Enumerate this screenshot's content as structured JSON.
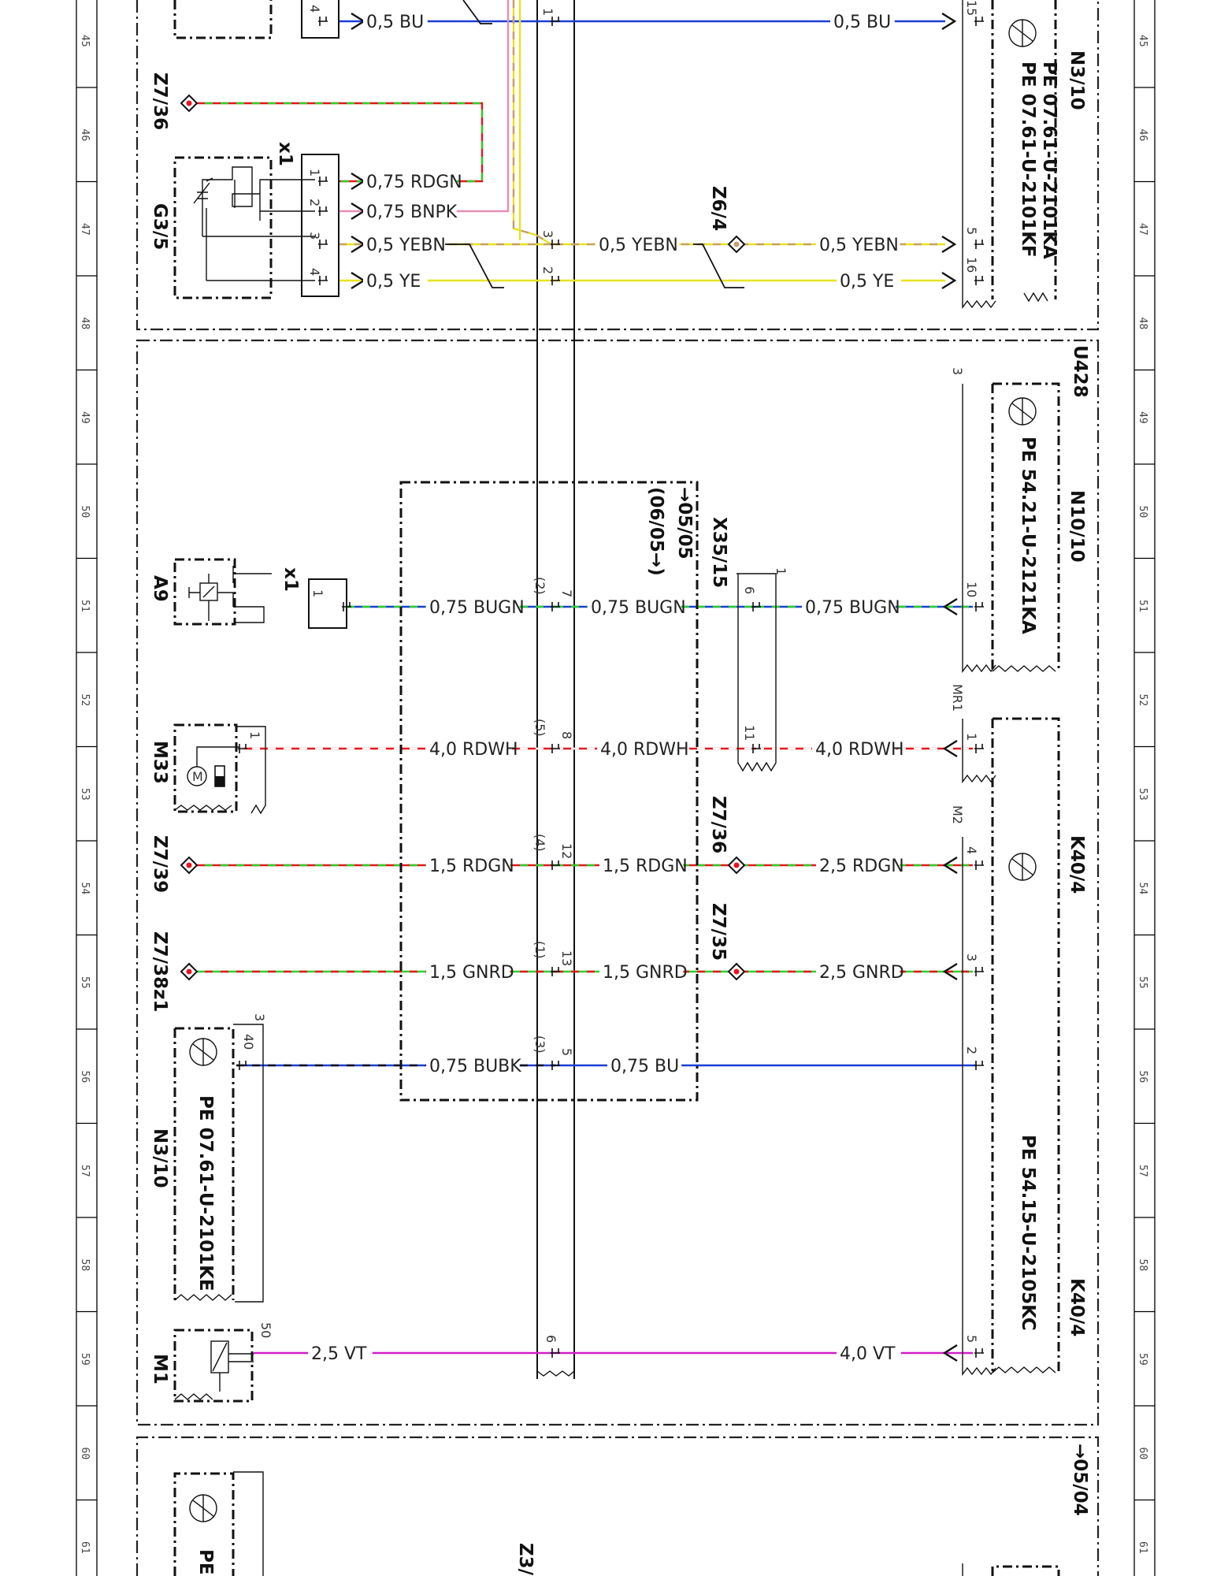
{
  "ruler": {
    "left": [
      "45",
      "46",
      "47",
      "48",
      "49",
      "50",
      "51",
      "52",
      "53",
      "54",
      "55",
      "56",
      "57",
      "58",
      "59",
      "60",
      "61"
    ],
    "right": [
      "45",
      "46",
      "47",
      "48",
      "49",
      "50",
      "51",
      "52",
      "53",
      "54",
      "55",
      "56",
      "57",
      "58",
      "59",
      "60",
      "61"
    ]
  },
  "components": {
    "z7_36_top": "Z7/36",
    "g3_5": "G3/5",
    "g3_5_conn": "x1",
    "a9": "A9",
    "a9_conn": "x1",
    "m33": "M33",
    "z7_39": "Z7/39",
    "z7_38z1": "Z7/38z1",
    "n3_10_bottom": "N3/10",
    "n3_10_bottom_ref": "PE 07.61-U-2101KE",
    "m1": "M1",
    "n3_10_top": "N3/10",
    "n3_10_top_ref1": "PE 07.61-U-2101KA",
    "n3_10_top_ref2": "PE 07.61-U-2101KF",
    "z6_4": "Z6/4",
    "u428": "U428",
    "n10_10": "N10/10",
    "n10_10_ref": "PE 54.21-U-2121KA",
    "x35_15": "X35/15",
    "ref_05_05": "→05/05",
    "ref_06_05": "(06/05→)",
    "z7_36_mid": "Z7/36",
    "z7_35": "Z7/35",
    "k40_4_a": "K40/4",
    "k40_4_b": "K40/4",
    "k40_4_ref": "PE 54.15-U-2105KC",
    "ref_05_04": "→05/04",
    "z3_partial": "Z3/",
    "pe_partial": "PE"
  },
  "wires": [
    {
      "label": "0,5 BU",
      "colors": [
        "#1a3fd6"
      ]
    },
    {
      "label": "0,5 BU",
      "colors": [
        "#1a3fd6"
      ]
    },
    {
      "label": "0,75 RDGN",
      "colors": [
        "#e8141e",
        "#2bd12b"
      ]
    },
    {
      "label": "0,75 BNPK",
      "colors": [
        "#e58fb6"
      ]
    },
    {
      "label": "0,5 YEBN",
      "colors": [
        "#e8e21e",
        "#c8a06e"
      ]
    },
    {
      "label": "0,5 YEBN",
      "colors": [
        "#e8e21e",
        "#c8a06e"
      ]
    },
    {
      "label": "0,5 YEBN",
      "colors": [
        "#e8e21e",
        "#c8a06e"
      ]
    },
    {
      "label": "0,5 YE",
      "colors": [
        "#e8e21e"
      ]
    },
    {
      "label": "0,5 YE",
      "colors": [
        "#e8e21e"
      ]
    },
    {
      "label": "0,75 BUGN",
      "colors": [
        "#1a3fd6",
        "#2bd12b"
      ]
    },
    {
      "label": "0,75 BUGN",
      "colors": [
        "#1a3fd6",
        "#2bd12b"
      ]
    },
    {
      "label": "0,75 BUGN",
      "colors": [
        "#1a3fd6",
        "#2bd12b"
      ]
    },
    {
      "label": "4,0 RDWH",
      "colors": [
        "#e8141e",
        "#ffffff"
      ]
    },
    {
      "label": "4,0 RDWH",
      "colors": [
        "#e8141e",
        "#ffffff"
      ]
    },
    {
      "label": "4,0 RDWH",
      "colors": [
        "#e8141e",
        "#ffffff"
      ]
    },
    {
      "label": "1,5 RDGN",
      "colors": [
        "#e8141e",
        "#2bd12b"
      ]
    },
    {
      "label": "1,5 RDGN",
      "colors": [
        "#e8141e",
        "#2bd12b"
      ]
    },
    {
      "label": "2,5 RDGN",
      "colors": [
        "#e8141e",
        "#2bd12b"
      ]
    },
    {
      "label": "1,5 GNRD",
      "colors": [
        "#2bd12b",
        "#e8141e"
      ]
    },
    {
      "label": "1,5 GNRD",
      "colors": [
        "#2bd12b",
        "#e8141e"
      ]
    },
    {
      "label": "2,5 GNRD",
      "colors": [
        "#2bd12b",
        "#e8141e"
      ]
    },
    {
      "label": "0,75 BUBK",
      "colors": [
        "#1a3fd6",
        "#111111"
      ]
    },
    {
      "label": "0,75 BU",
      "colors": [
        "#1a3fd6"
      ]
    },
    {
      "label": "2,5 VT",
      "colors": [
        "#d21fc8"
      ]
    },
    {
      "label": "4,0 VT",
      "colors": [
        "#d21fc8"
      ]
    }
  ],
  "pins": {
    "g3_5": [
      "1",
      "2",
      "3",
      "4"
    ],
    "bus": [
      "1",
      "3",
      "2",
      "7",
      "8",
      "12",
      "13",
      "5",
      "6"
    ],
    "bus_alt": [
      "(2)",
      "(5)",
      "(4)",
      "(1)",
      "(3)"
    ],
    "x35_15": [
      "1",
      "6",
      "11"
    ],
    "n3_10_top": [
      "15",
      "5",
      "16"
    ],
    "n10_10": [
      "3",
      "10"
    ],
    "k40_4": [
      "MR1",
      "1",
      "M2",
      "4",
      "3",
      "2",
      "5"
    ],
    "a9": [
      "1"
    ],
    "m33": [
      "1"
    ],
    "n3_10_bottom": [
      "3",
      "40"
    ],
    "m1": [
      "50"
    ],
    "top_left": [
      "4"
    ]
  }
}
